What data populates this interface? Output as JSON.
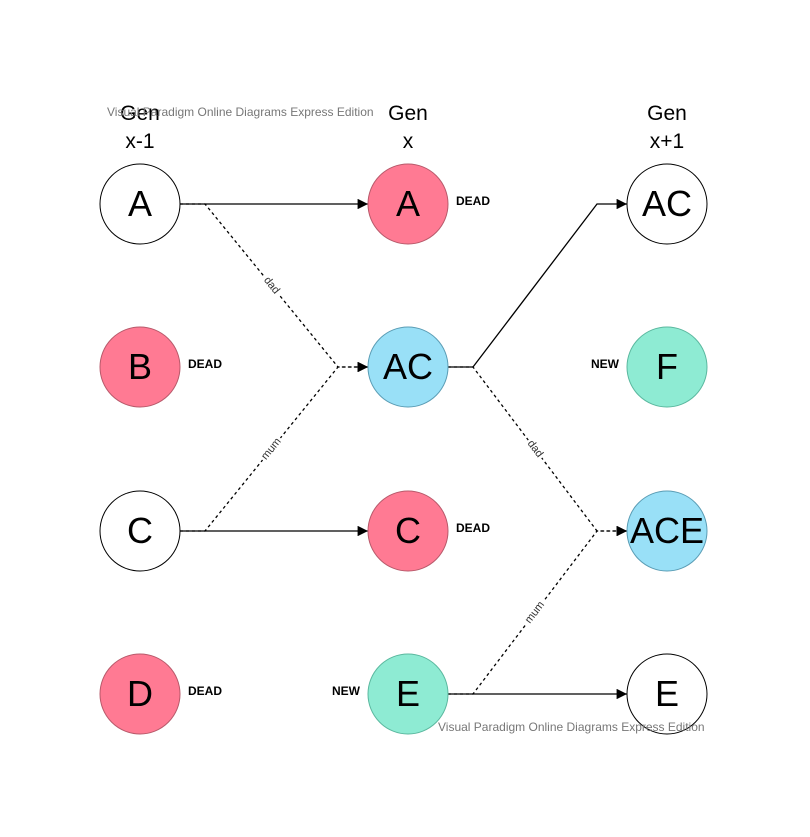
{
  "watermark": "Visual Paradigm Online Diagrams Express Edition",
  "colors": {
    "dead": "#FF7A93",
    "new": "#8EEBD3",
    "child": "#99E0F7",
    "plain": "#FFFFFF"
  },
  "columns": [
    {
      "id": "prev",
      "line1": "Gen",
      "line2": "x-1"
    },
    {
      "id": "cur",
      "line1": "Gen",
      "line2": "x"
    },
    {
      "id": "next",
      "line1": "Gen",
      "line2": "x+1"
    }
  ],
  "nodes": [
    {
      "id": "p_a",
      "col": 0,
      "row": 0,
      "label": "A",
      "status": "plain",
      "tag": ""
    },
    {
      "id": "p_b",
      "col": 0,
      "row": 1,
      "label": "B",
      "status": "dead",
      "tag": "DEAD"
    },
    {
      "id": "p_c",
      "col": 0,
      "row": 2,
      "label": "C",
      "status": "plain",
      "tag": ""
    },
    {
      "id": "p_d",
      "col": 0,
      "row": 3,
      "label": "D",
      "status": "dead",
      "tag": "DEAD"
    },
    {
      "id": "c_a",
      "col": 1,
      "row": 0,
      "label": "A",
      "status": "dead",
      "tag": "DEAD"
    },
    {
      "id": "c_ac",
      "col": 1,
      "row": 1,
      "label": "AC",
      "status": "child",
      "tag": ""
    },
    {
      "id": "c_c",
      "col": 1,
      "row": 2,
      "label": "C",
      "status": "dead",
      "tag": "DEAD"
    },
    {
      "id": "c_e",
      "col": 1,
      "row": 3,
      "label": "E",
      "status": "new",
      "tag": "NEW"
    },
    {
      "id": "n_ac",
      "col": 2,
      "row": 0,
      "label": "AC",
      "status": "plain",
      "tag": ""
    },
    {
      "id": "n_f",
      "col": 2,
      "row": 1,
      "label": "F",
      "status": "new",
      "tag": "NEW"
    },
    {
      "id": "n_ace",
      "col": 2,
      "row": 2,
      "label": "ACE",
      "status": "child",
      "tag": ""
    },
    {
      "id": "n_e",
      "col": 2,
      "row": 3,
      "label": "E",
      "status": "plain",
      "tag": ""
    }
  ],
  "edges": [
    {
      "from": "p_a",
      "to": "c_a",
      "style": "solid",
      "label": ""
    },
    {
      "from": "p_a",
      "to": "c_ac",
      "style": "dashed",
      "label": "dad"
    },
    {
      "from": "p_c",
      "to": "c_ac",
      "style": "dashed",
      "label": "mum"
    },
    {
      "from": "p_c",
      "to": "c_c",
      "style": "solid",
      "label": ""
    },
    {
      "from": "c_ac",
      "to": "n_ac",
      "style": "solid",
      "label": ""
    },
    {
      "from": "c_ac",
      "to": "n_ace",
      "style": "dashed",
      "label": "dad"
    },
    {
      "from": "c_e",
      "to": "n_ace",
      "style": "dashed",
      "label": "mum"
    },
    {
      "from": "c_e",
      "to": "n_e",
      "style": "solid",
      "label": ""
    }
  ]
}
